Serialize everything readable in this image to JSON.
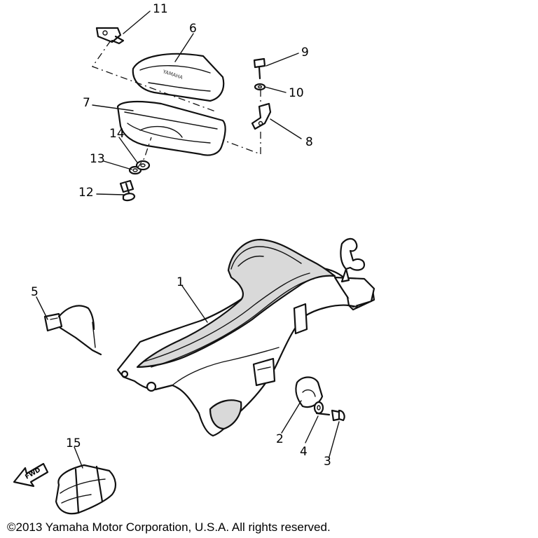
{
  "callouts": {
    "c1": "1",
    "c2": "2",
    "c3": "3",
    "c4": "4",
    "c5": "5",
    "c6": "6",
    "c7": "7",
    "c8": "8",
    "c9": "9",
    "c10": "10",
    "c11": "11",
    "c12": "12",
    "c13": "13",
    "c14": "14",
    "c15": "15"
  },
  "fwd_label": "FWD",
  "footer": {
    "copyright": "©2013 Yamaha Motor Corporation, U.S.A. All rights reserved."
  }
}
